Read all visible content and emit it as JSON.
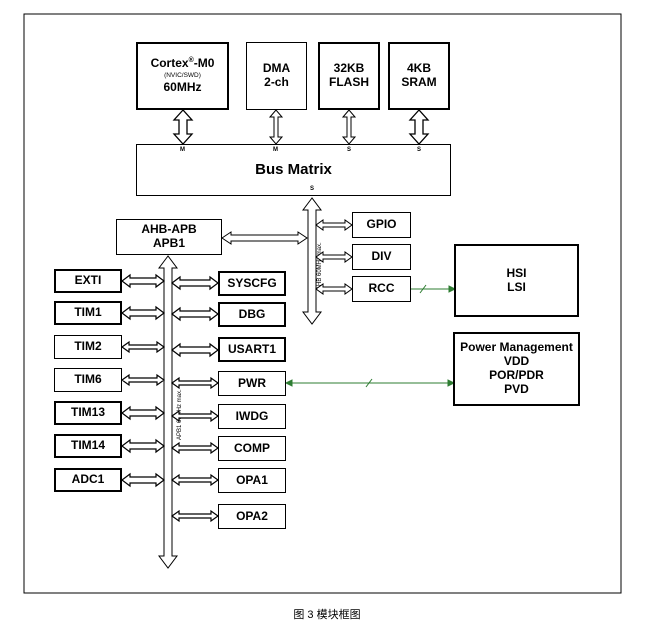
{
  "core": {
    "cortex_name": "Cortex",
    "cortex_sup": "®",
    "cortex_suffix": "-M0",
    "cortex_sub": "(NVIC/SWD)",
    "cortex_freq": "60MHz"
  },
  "top_blocks": {
    "dma_line1": "DMA",
    "dma_line2": "2-ch",
    "flash_line1": "32KB",
    "flash_line2": "FLASH",
    "sram_line1": "4KB",
    "sram_line2": "SRAM"
  },
  "bus_matrix": {
    "title": "Bus Matrix",
    "port_m1": "M",
    "port_m2": "M",
    "port_s1": "S",
    "port_s2": "S",
    "port_s_bottom": "S"
  },
  "bridge": {
    "line1": "AHB-APB",
    "line2": "APB1"
  },
  "ahb_bus_label": "AHB 60MHz max.",
  "apb_bus_label": "APB1 60MHz max.",
  "ahb_peripherals": {
    "gpio": "GPIO",
    "div": "DIV",
    "rcc": "RCC"
  },
  "apb_left": {
    "exti": "EXTI",
    "tim1": "TIM1",
    "tim2": "TIM2",
    "tim6": "TIM6",
    "tim13": "TIM13",
    "tim14": "TIM14",
    "adc1": "ADC1"
  },
  "apb_right": {
    "syscfg": "SYSCFG",
    "dbg": "DBG",
    "usart1": "USART1",
    "pwr": "PWR",
    "iwdg": "IWDG",
    "comp": "COMP",
    "opa1": "OPA1",
    "opa2": "OPA2"
  },
  "clocks": {
    "line1": "HSI",
    "line2": "LSI"
  },
  "power": {
    "line1": "Power Management",
    "line2": "VDD",
    "line3": "POR/PDR",
    "line4": "PVD"
  },
  "caption": "图 3 模块框图",
  "colors": {
    "link_line": "#2e7d32",
    "stroke": "#000000"
  }
}
